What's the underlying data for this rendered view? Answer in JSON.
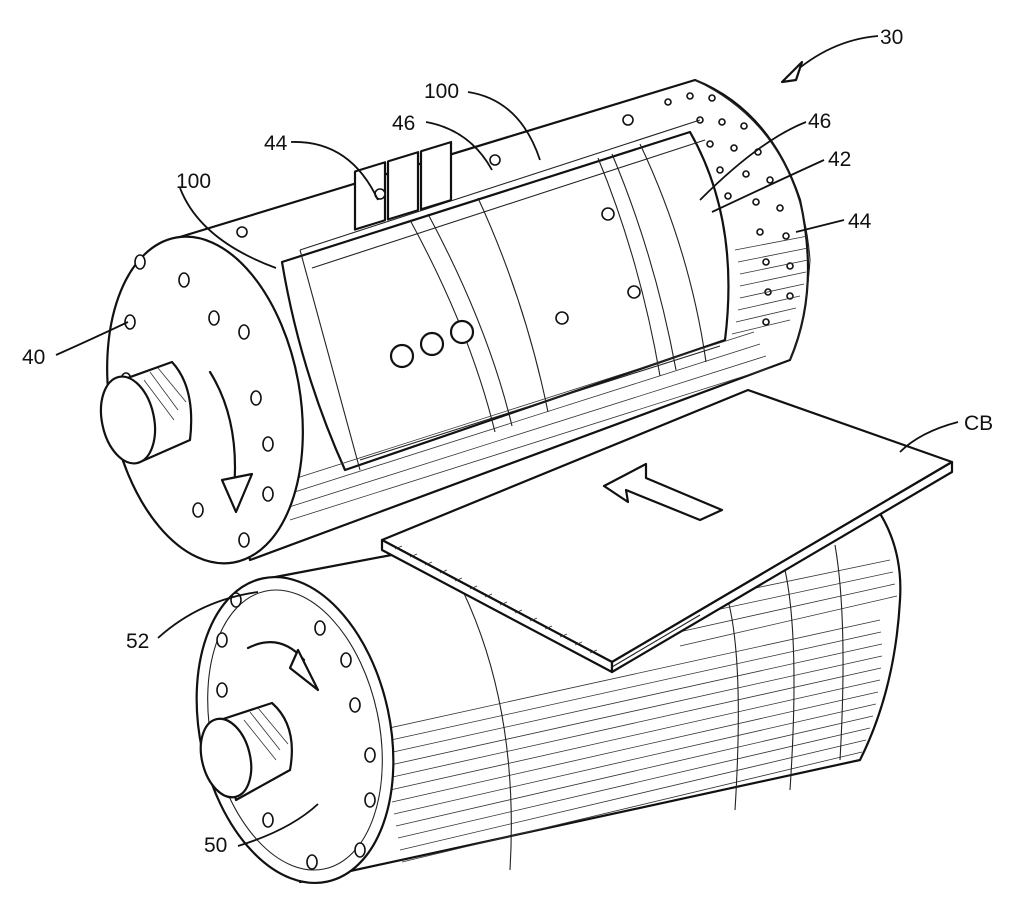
{
  "figure": {
    "labels": {
      "ref_30": "30",
      "ref_100_top": "100",
      "ref_46_left": "46",
      "ref_46_right": "46",
      "ref_44_left": "44",
      "ref_42": "42",
      "ref_44_right": "44",
      "ref_100_left": "100",
      "ref_40": "40",
      "ref_cb": "CB",
      "ref_52": "52",
      "ref_50": "50"
    },
    "colors": {
      "ink": "#111111",
      "paper": "#ffffff"
    }
  }
}
